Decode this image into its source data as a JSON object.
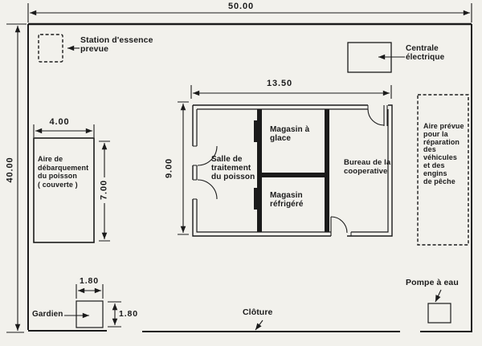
{
  "colors": {
    "paper": "#f2f1ec",
    "ink": "#1b1b1b"
  },
  "dimensions": {
    "site_width": "50.00",
    "site_height": "40.00",
    "building_width": "13.50",
    "building_height": "9.00",
    "landing_width": "4.00",
    "landing_height": "7.00",
    "guard_width": "1.80",
    "guard_height": "1.80"
  },
  "labels": {
    "station": "Station d'essence\nprevue",
    "centrale": "Centrale\nélectrique",
    "landing": "Aire de\ndébarquement\ndu poisson\n( couverte )",
    "salle": "Salle de\ntraitement\ndu poisson",
    "glace": "Magasin à\nglace",
    "refrigere": "Magasin\nréfrigéré",
    "bureau": "Bureau de la\ncooperative",
    "reparation": "Aire prévue\npour la\nréparation\ndes\nvéhicules\net des\nengins\nde pêche",
    "gardien": "Gardien",
    "cloture": "Clôture",
    "pompe": "Pompe à eau"
  }
}
